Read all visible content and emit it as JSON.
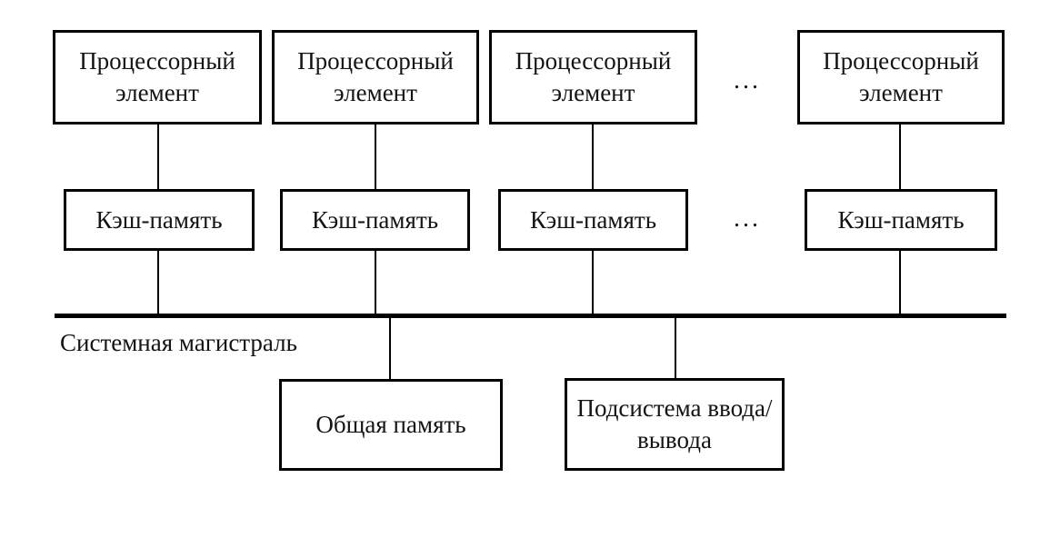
{
  "diagram": {
    "nodes": {
      "processor_element": "Процессорный элемент",
      "cache_memory": "Кэш-память",
      "shared_memory": "Общая память",
      "io_subsystem": "Подсистема ввода/вывода"
    },
    "bus": {
      "label": "Системная магистраль"
    },
    "ellipsis": "...",
    "structure": {
      "processor_columns_shown": 4,
      "cache_per_processor": 1,
      "bus_connected_nodes": [
        "Кэш-память ×4",
        "Общая память",
        "Подсистема ввода/вывода"
      ]
    },
    "colors": {
      "line": "#000000",
      "text": "#141414",
      "background": "#ffffff"
    }
  }
}
